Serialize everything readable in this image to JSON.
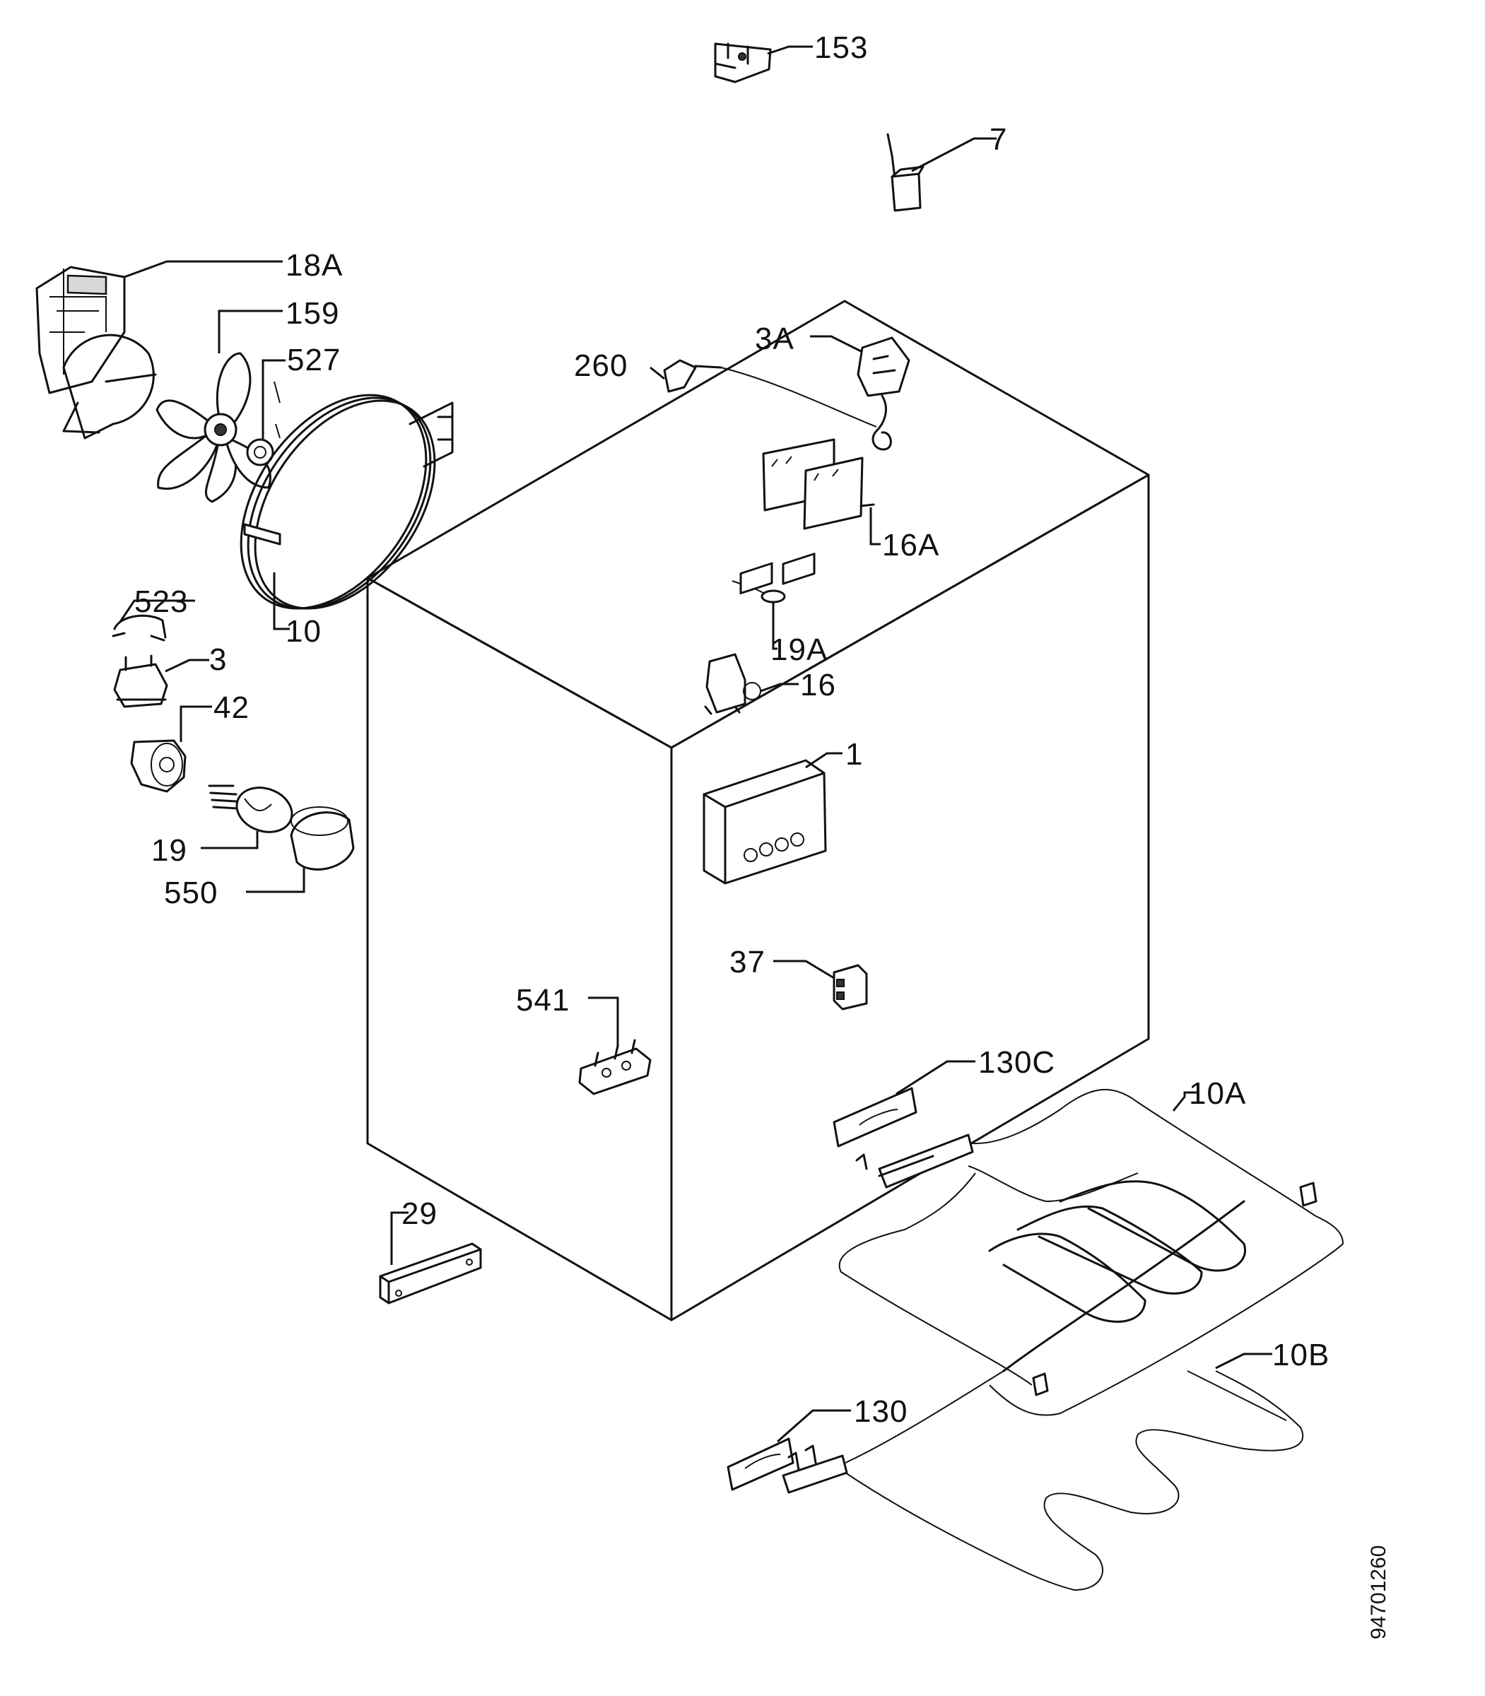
{
  "part_labels": {
    "p153": "153",
    "p7": "7",
    "p18A": "18A",
    "p159": "159",
    "p527": "527",
    "p260": "260",
    "p3A": "3A",
    "p16A": "16A",
    "p10": "10",
    "p523": "523",
    "p3": "3",
    "p19A": "19A",
    "p16": "16",
    "p42": "42",
    "p1": "1",
    "p19": "19",
    "p550": "550",
    "p37": "37",
    "p541": "541",
    "p130C": "130C",
    "p10A": "10A",
    "p29": "29",
    "p130": "130",
    "p10B": "10B"
  },
  "document_number": "94701260"
}
